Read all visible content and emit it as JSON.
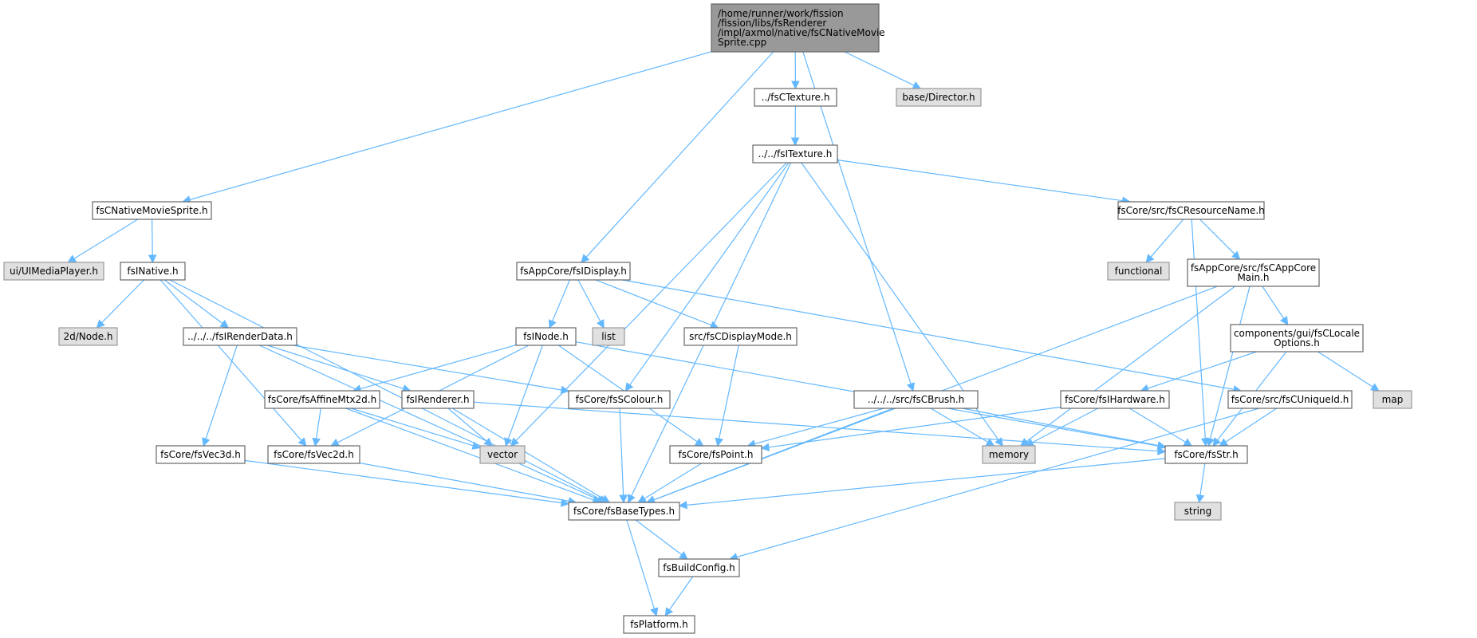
{
  "colors": {
    "edge": "#63b8ff",
    "root_fill": "#999999",
    "root_stroke": "#666666",
    "node_fill": "#ffffff",
    "node_stroke": "#666666",
    "external_fill": "#e0e0e0",
    "external_stroke": "#999999"
  },
  "nodes": {
    "root": {
      "lines": [
        "/home/runner/work/fission",
        "/fission/libs/fsRenderer",
        "/impl/axmol/native/fsCNativeMovie",
        "Sprite.cpp"
      ],
      "kind": "root"
    },
    "fsCTexture": {
      "lines": [
        "../fsCTexture.h"
      ],
      "kind": "normal"
    },
    "director": {
      "lines": [
        "base/Director.h"
      ],
      "kind": "external"
    },
    "fsITexture": {
      "lines": [
        "../../fsITexture.h"
      ],
      "kind": "normal"
    },
    "fsCNativeMovieSprite": {
      "lines": [
        "fsCNativeMovieSprite.h"
      ],
      "kind": "normal"
    },
    "resourceName": {
      "lines": [
        "fsCore/src/fsCResourceName.h"
      ],
      "kind": "normal"
    },
    "uiMediaPlayer": {
      "lines": [
        "ui/UIMediaPlayer.h"
      ],
      "kind": "external"
    },
    "fsINative": {
      "lines": [
        "fsINative.h"
      ],
      "kind": "normal"
    },
    "fsIDisplay": {
      "lines": [
        "fsAppCore/fsIDisplay.h"
      ],
      "kind": "normal"
    },
    "functional": {
      "lines": [
        "functional"
      ],
      "kind": "external"
    },
    "appCoreMain": {
      "lines": [
        "fsAppCore/src/fsCAppCore",
        "Main.h"
      ],
      "kind": "normal"
    },
    "node2d": {
      "lines": [
        "2d/Node.h"
      ],
      "kind": "external"
    },
    "renderData": {
      "lines": [
        "../../../fsIRenderData.h"
      ],
      "kind": "normal"
    },
    "fsINode": {
      "lines": [
        "fsINode.h"
      ],
      "kind": "normal"
    },
    "list": {
      "lines": [
        "list"
      ],
      "kind": "external"
    },
    "displayMode": {
      "lines": [
        "src/fsCDisplayMode.h"
      ],
      "kind": "normal"
    },
    "localeOptions": {
      "lines": [
        "components/gui/fsCLocale",
        "Options.h"
      ],
      "kind": "normal"
    },
    "affine": {
      "lines": [
        "fsCore/fsAffineMtx2d.h"
      ],
      "kind": "normal"
    },
    "renderer": {
      "lines": [
        "fsIRenderer.h"
      ],
      "kind": "normal"
    },
    "colour": {
      "lines": [
        "fsCore/fsSColour.h"
      ],
      "kind": "normal"
    },
    "brush": {
      "lines": [
        "../../../src/fsCBrush.h"
      ],
      "kind": "normal"
    },
    "hardware": {
      "lines": [
        "fsCore/fsIHardware.h"
      ],
      "kind": "normal"
    },
    "uniqueId": {
      "lines": [
        "fsCore/src/fsCUniqueId.h"
      ],
      "kind": "normal"
    },
    "map": {
      "lines": [
        "map"
      ],
      "kind": "external"
    },
    "vec3d": {
      "lines": [
        "fsCore/fsVec3d.h"
      ],
      "kind": "normal"
    },
    "vec2d": {
      "lines": [
        "fsCore/fsVec2d.h"
      ],
      "kind": "normal"
    },
    "vector": {
      "lines": [
        "vector"
      ],
      "kind": "external"
    },
    "point": {
      "lines": [
        "fsCore/fsPoint.h"
      ],
      "kind": "normal"
    },
    "memory": {
      "lines": [
        "memory"
      ],
      "kind": "external"
    },
    "str": {
      "lines": [
        "fsCore/fsStr.h"
      ],
      "kind": "normal"
    },
    "baseTypes": {
      "lines": [
        "fsCore/fsBaseTypes.h"
      ],
      "kind": "normal"
    },
    "string": {
      "lines": [
        "string"
      ],
      "kind": "external"
    },
    "buildConfig": {
      "lines": [
        "fsBuildConfig.h"
      ],
      "kind": "normal"
    },
    "platform": {
      "lines": [
        "fsPlatform.h"
      ],
      "kind": "normal"
    }
  },
  "edges": [
    [
      "root",
      "fsCNativeMovieSprite"
    ],
    [
      "root",
      "fsCTexture"
    ],
    [
      "root",
      "director"
    ],
    [
      "root",
      "fsIDisplay"
    ],
    [
      "root",
      "brush"
    ],
    [
      "fsCTexture",
      "fsITexture"
    ],
    [
      "fsITexture",
      "resourceName"
    ],
    [
      "fsITexture",
      "memory"
    ],
    [
      "fsITexture",
      "vector"
    ],
    [
      "fsITexture",
      "colour"
    ],
    [
      "fsITexture",
      "baseTypes"
    ],
    [
      "fsCNativeMovieSprite",
      "uiMediaPlayer"
    ],
    [
      "fsCNativeMovieSprite",
      "fsINative"
    ],
    [
      "fsINative",
      "node2d"
    ],
    [
      "fsINative",
      "renderData"
    ],
    [
      "fsINative",
      "vec2d"
    ],
    [
      "fsINative",
      "baseTypes"
    ],
    [
      "resourceName",
      "functional"
    ],
    [
      "resourceName",
      "appCoreMain"
    ],
    [
      "resourceName",
      "str"
    ],
    [
      "appCoreMain",
      "localeOptions"
    ],
    [
      "appCoreMain",
      "memory"
    ],
    [
      "appCoreMain",
      "str"
    ],
    [
      "appCoreMain",
      "baseTypes"
    ],
    [
      "fsIDisplay",
      "fsINode"
    ],
    [
      "fsIDisplay",
      "list"
    ],
    [
      "fsIDisplay",
      "displayMode"
    ],
    [
      "fsIDisplay",
      "uniqueId"
    ],
    [
      "renderData",
      "renderer"
    ],
    [
      "renderData",
      "colour"
    ],
    [
      "renderData",
      "vec3d"
    ],
    [
      "renderData",
      "baseTypes"
    ],
    [
      "fsINode",
      "affine"
    ],
    [
      "fsINode",
      "vec2d"
    ],
    [
      "fsINode",
      "vector"
    ],
    [
      "fsINode",
      "point"
    ],
    [
      "fsINode",
      "str"
    ],
    [
      "displayMode",
      "point"
    ],
    [
      "localeOptions",
      "hardware"
    ],
    [
      "localeOptions",
      "map"
    ],
    [
      "localeOptions",
      "str"
    ],
    [
      "affine",
      "vec2d"
    ],
    [
      "affine",
      "vector"
    ],
    [
      "affine",
      "baseTypes"
    ],
    [
      "renderer",
      "vector"
    ],
    [
      "renderer",
      "str"
    ],
    [
      "renderer",
      "baseTypes"
    ],
    [
      "colour",
      "baseTypes"
    ],
    [
      "brush",
      "point"
    ],
    [
      "brush",
      "memory"
    ],
    [
      "brush",
      "str"
    ],
    [
      "brush",
      "baseTypes"
    ],
    [
      "hardware",
      "point"
    ],
    [
      "hardware",
      "memory"
    ],
    [
      "hardware",
      "str"
    ],
    [
      "uniqueId",
      "str"
    ],
    [
      "uniqueId",
      "buildConfig"
    ],
    [
      "vec3d",
      "baseTypes"
    ],
    [
      "vec2d",
      "baseTypes"
    ],
    [
      "point",
      "baseTypes"
    ],
    [
      "str",
      "string"
    ],
    [
      "str",
      "baseTypes"
    ],
    [
      "baseTypes",
      "buildConfig"
    ],
    [
      "baseTypes",
      "platform"
    ],
    [
      "buildConfig",
      "platform"
    ]
  ]
}
